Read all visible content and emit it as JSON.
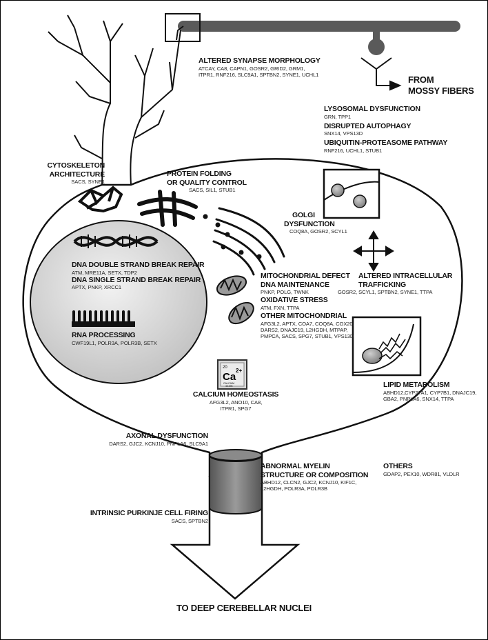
{
  "labels": {
    "synapse": {
      "title": "ALTERED SYNAPSE MORPHOLOGY",
      "genes_line1": "ATCAY, CA8, CAPN1, GOSR2, GRID2, GRM1,",
      "genes_line2": "ITPR1, RNF216, SLC9A1, SPTBN2, SYNE1, UCHL1"
    },
    "mossy": {
      "line1": "FROM",
      "line2": "MOSSY FIBERS"
    },
    "lysosomal": {
      "title": "LYSOSOMAL DYSFUNCTION",
      "genes": "GRN, TPP1"
    },
    "autophagy": {
      "title": "DISRUPTED AUTOPHAGY",
      "genes": "SNX14, VPS13D"
    },
    "ubiquitin": {
      "title": "UBIQUITIN-PROTEASOME PATHWAY",
      "genes": "RNF216, UCHL1, STUB1"
    },
    "cytoskeleton": {
      "title": "CYTOSKELETON ARCHITECTURE",
      "genes": "SACS, SYNE1"
    },
    "folding": {
      "line1": "PROTEIN FOLDING",
      "line2": "OR QUALITY CONTROL",
      "genes": "SACS, SIL1, STUB1"
    },
    "golgi": {
      "line1": "GOLGI",
      "line2": "DYSFUNCTION",
      "genes": "COQ8A, GOSR2, SCYL1"
    },
    "dsb": {
      "title": "DNA DOUBLE STRAND BREAK REPAIR",
      "genes": "ATM, MRE11A, SETX, TDP2"
    },
    "ssb": {
      "title": "DNA SINGLE STRAND BREAK REPAIR",
      "genes": "APTX, PNKP, XRCC1"
    },
    "rna": {
      "title": "RNA PROCESSING",
      "genes": "CWF19L1, POLR3A, POLR3B, SETX"
    },
    "mito_dna": {
      "line1": "MITOCHONDRIAL DEFECT",
      "line2": "DNA MAINTENANCE",
      "genes": "PNKP, POLG, TWNK"
    },
    "oxidative": {
      "title": "OXIDATIVE STRESS",
      "genes": "ATM, FXN, TTPA"
    },
    "other_mito": {
      "title": "OTHER MITOCHONDRIAL",
      "genes_line1": "AFG3L2, APTX, COA7, COQ8A, COX20,",
      "genes_line2": "DARS2, DNAJC19, L2HGDH, MTPAP,",
      "genes_line3": "PMPCA, SACS, SPG7, STUB1, VPS13D"
    },
    "trafficking": {
      "line1": "ALTERED INTRACELLULAR",
      "line2": "TRAFFICKING",
      "genes": "GOSR2, SCYL1, SPTBN2, SYNE1, TTPA"
    },
    "lipid": {
      "title": "LIPID METABOLISM",
      "genes_line1": "ABHD12,CYP27A1, CYP7B1, DNAJC19,",
      "genes_line2": "GBA2, PNPLA6, SNX14, TTPA"
    },
    "calcium": {
      "title": "CALCIUM HOMEOSTASIS",
      "genes_line1": "AFG3L2, ANO10, CA8,",
      "genes_line2": "ITPR1, SPG7"
    },
    "ca_tile": {
      "number": "20",
      "symbol": "Ca",
      "charge": "2+",
      "name": "CALCIUM",
      "mass": "40.078"
    },
    "axonal": {
      "title": "AXONAL DYSFUNCTION",
      "genes": "DARS2, GJC2, KCNJ10, PNPLA6, SLC9A1"
    },
    "myelin": {
      "line1": "ABNORMAL MYELIN",
      "line2": "STRUCTURE OR COMPOSITION",
      "genes_line1": "ABHD12, CLCN2, GJC2, KCNJ10, KIF1C,",
      "genes_line2": "L2HGDH, POLR3A, POLR3B"
    },
    "others": {
      "title": "OTHERS",
      "genes": "GDAP2, PEX10, WDR81, VLDLR"
    },
    "purkinje": {
      "title": "INTRINSIC PURKINJE CELL FIRING",
      "genes": "SACS, SPTBN2"
    },
    "deep": {
      "title": "TO DEEP CEREBELLAR NUCLEI"
    }
  },
  "colors": {
    "ink": "#111111",
    "fiber": "#5a5a5a",
    "nucleus": "#d6d6d6",
    "myelin": "#7a7a7a",
    "organelle": "#9a9a9a"
  }
}
